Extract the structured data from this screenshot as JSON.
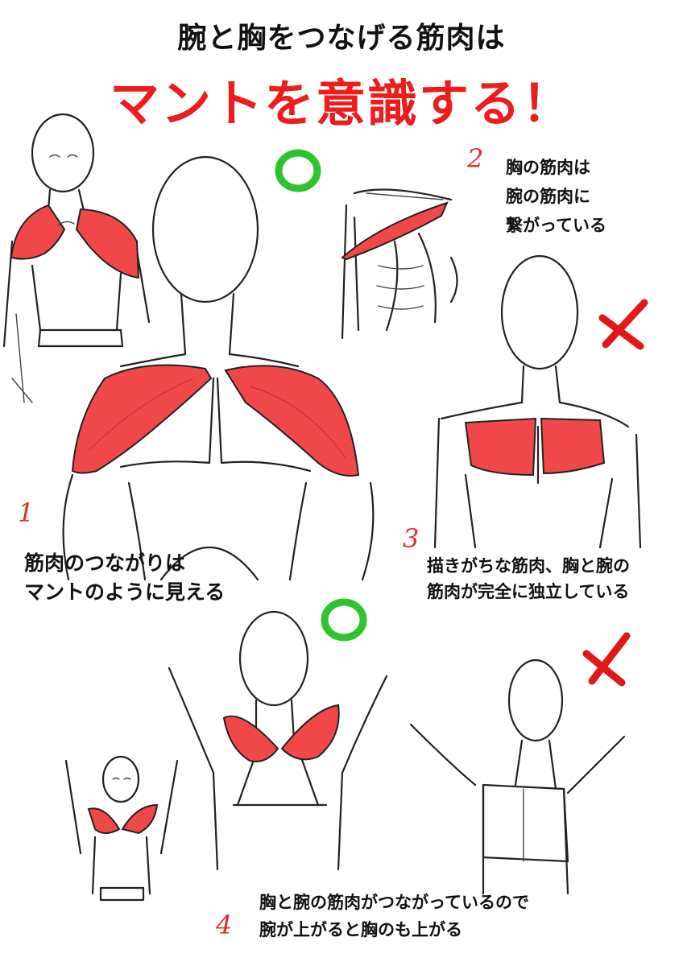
{
  "header": {
    "subtitle": "腕と胸をつなげる筋肉は",
    "title": "マントを意識する！"
  },
  "notes": {
    "n1": {
      "number": "1",
      "lines": [
        "筋肉のつながりは",
        "マントのように見える"
      ]
    },
    "n2": {
      "number": "2",
      "lines": [
        "胸の筋肉は",
        "腕の筋肉に",
        "繋がっている"
      ]
    },
    "n3": {
      "number": "3",
      "lines": [
        "描きがちな筋肉、胸と腕の",
        "筋肉が完全に独立している"
      ]
    },
    "n4": {
      "number": "4",
      "lines": [
        "胸と腕の筋肉がつながっているので",
        "腕が上がると胸のも上がる"
      ]
    }
  },
  "marks": {
    "correct": "circle-mark-icon",
    "wrong": "cross-mark-icon"
  },
  "colors": {
    "title_red": "#ee1c1c",
    "muscle_red": "#f0474a",
    "correct_green": "#2fc42f",
    "wrong_red": "#e01818",
    "number_red": "#e03030"
  }
}
